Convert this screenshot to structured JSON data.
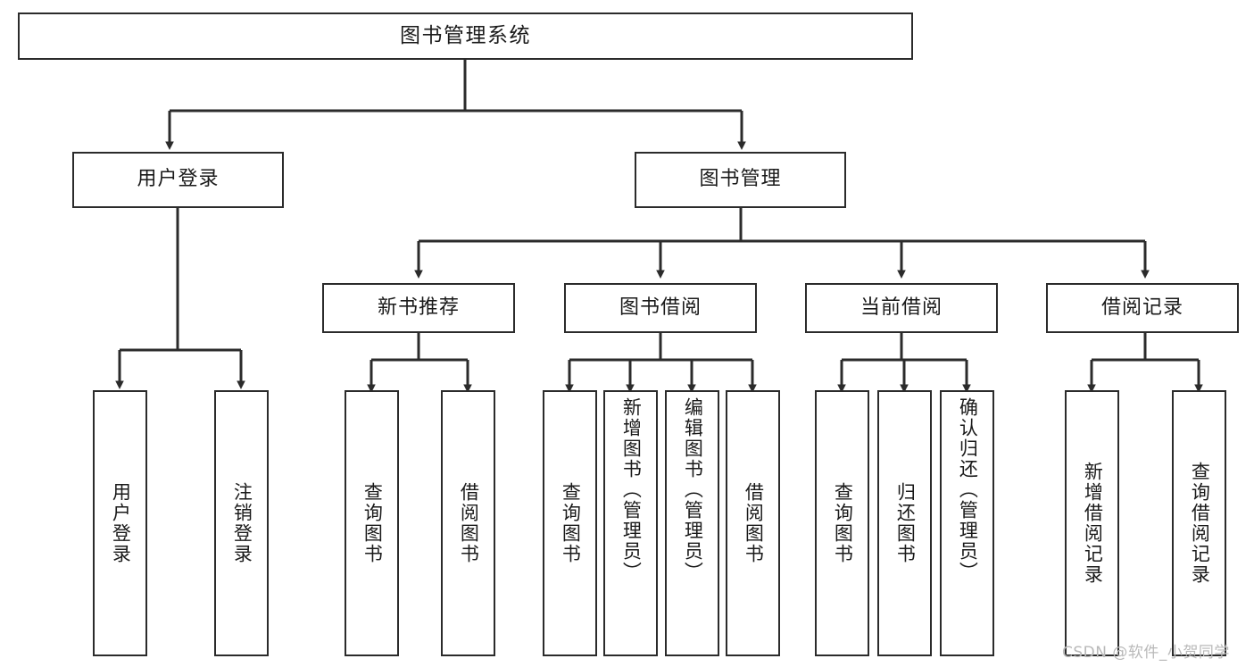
{
  "diagram": {
    "title": "图书管理系统",
    "root": {
      "label": "图书管理系统"
    },
    "level1": [
      {
        "label": "用户登录"
      },
      {
        "label": "图书管理"
      }
    ],
    "level2": [
      {
        "label": "新书推荐"
      },
      {
        "label": "图书借阅"
      },
      {
        "label": "当前借阅"
      },
      {
        "label": "借阅记录"
      }
    ],
    "leaves": {
      "user_login": [
        {
          "label": "用户登录"
        },
        {
          "label": "注销登录"
        }
      ],
      "new_book": [
        {
          "label": "查询图书"
        },
        {
          "label": "借阅图书"
        }
      ],
      "book_borrow": [
        {
          "label": "查询图书"
        },
        {
          "label": "新增图书（管理员）"
        },
        {
          "label": "编辑图书（管理员）"
        },
        {
          "label": "借阅图书"
        }
      ],
      "current_borrow": [
        {
          "label": "查询图书"
        },
        {
          "label": "归还图书"
        },
        {
          "label": "确认归还（管理员）"
        }
      ],
      "borrow_record": [
        {
          "label": "新增借阅记录"
        },
        {
          "label": "查询借阅记录"
        }
      ]
    }
  },
  "watermark": {
    "text": "CSDN @软件_小贺同学"
  },
  "colors": {
    "border": "#2b2b2b",
    "text": "#1a1a1a",
    "background": "#ffffff",
    "watermark": "#b9b9b9"
  }
}
